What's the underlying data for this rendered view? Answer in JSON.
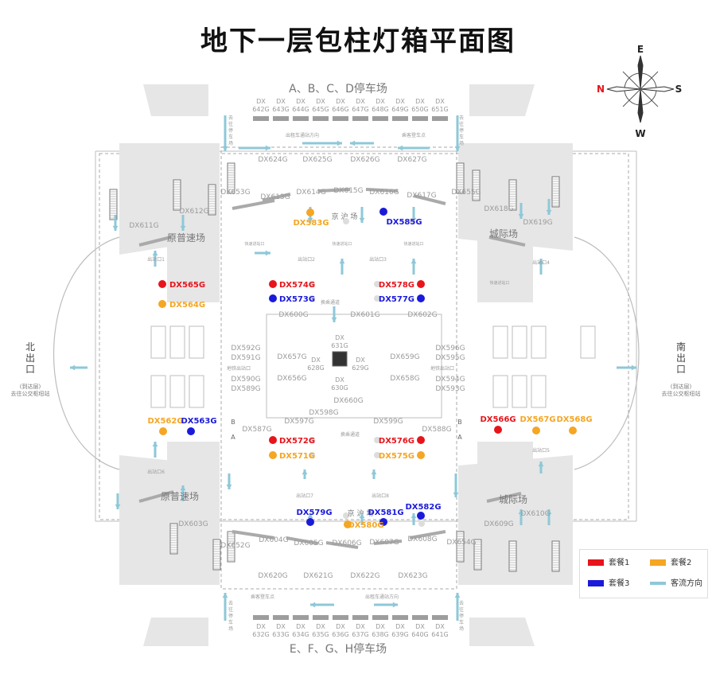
{
  "title": "地下一层包柱灯箱平面图",
  "compass": {
    "n": "N",
    "e": "E",
    "s": "S",
    "w": "W"
  },
  "parking": {
    "top": "A、B、C、D停车场",
    "bottom": "E、F、G、H停车场"
  },
  "exits": {
    "north": {
      "label": "北出口",
      "sub": "(到达层)",
      "dest": "去往公交枢纽站"
    },
    "south": {
      "label": "南出口",
      "sub": "(到达层)",
      "dest": "去往公交枢纽站"
    }
  },
  "areas": {
    "yuanpu_top": "原普速场",
    "yuanpu_bottom": "原普速场",
    "chengji_top": "城际场",
    "chengji_bottom": "城际场",
    "jinghu_top": "京 沪 场",
    "jinghu_bottom": "京 沪 场"
  },
  "misc": {
    "taxi_top": "出租车通站方向",
    "taxi_bottom": "出租车通站方向",
    "pickup_top": "乘客登车点",
    "pickup_bottom": "乘客登车点",
    "goto_parking": "去往停车场",
    "B": "B",
    "A": "A",
    "subway_exit": "地铁出站口",
    "transfer": "换乘通道",
    "exit1": "出站口1",
    "exit2": "出站口2",
    "exit3": "出站口3",
    "exit4": "出站口4",
    "exit5": "出站口5",
    "exit6": "出站口6",
    "exit7": "出站口7",
    "exit8": "出站口8",
    "fast_gate": "快速进站口"
  },
  "top_row": [
    "642G",
    "643G",
    "644G",
    "645G",
    "646G",
    "647G",
    "648G",
    "649G",
    "650G",
    "651G"
  ],
  "bottom_row": [
    "632G",
    "633G",
    "634G",
    "635G",
    "636G",
    "637G",
    "638G",
    "639G",
    "640G",
    "641G"
  ],
  "gray_labels": [
    "DX624G",
    "DX625G",
    "DX626G",
    "DX627G",
    "DX613G",
    "DX614G",
    "DX615G",
    "DX616G",
    "DX617G",
    "DX653G",
    "DX655G",
    "DX612G",
    "DX611G",
    "DX618G",
    "DX619G",
    "DX600G",
    "DX601G",
    "DX602G",
    "DX592G",
    "DX591G",
    "DX590G",
    "DX589G",
    "DX596G",
    "DX595G",
    "DX594G",
    "DX593G",
    "DX657G",
    "DX656G",
    "DX659G",
    "DX658G",
    "DX660G",
    "DX598G",
    "DX597G",
    "DX599G",
    "DX587G",
    "DX588G",
    "DX603G",
    "DX652G",
    "DX604G",
    "DX605G",
    "DX606G",
    "DX607G",
    "DX608G",
    "DX654G",
    "DX609G",
    "DX610G",
    "DX620G",
    "DX621G",
    "DX622G",
    "DX623G"
  ],
  "center_labels": {
    "c631": "DX 631G",
    "c628": "DX 628G",
    "c629": "DX 629G",
    "c630": "DX 630G"
  },
  "packages": {
    "red": [
      "DX565G",
      "DX574G",
      "DX578G",
      "DX566G",
      "DX572G",
      "DX576G"
    ],
    "orange": [
      "DX564G",
      "DX583G",
      "DX562G",
      "DX567G",
      "DX568G",
      "DX571G",
      "DX575G",
      "DX580G"
    ],
    "blue": [
      "DX585G",
      "DX573G",
      "DX577G",
      "DX563G",
      "DX579G",
      "DX581G",
      "DX582G"
    ]
  },
  "legend": {
    "pkg1": "套餐1",
    "pkg2": "套餐2",
    "pkg3": "套餐3",
    "flow": "客流方向"
  },
  "colors": {
    "red": "#e8141b",
    "orange": "#f5a623",
    "blue": "#1a1adb",
    "flow": "#8ec8d8",
    "gray_text": "#9a9a9a"
  }
}
